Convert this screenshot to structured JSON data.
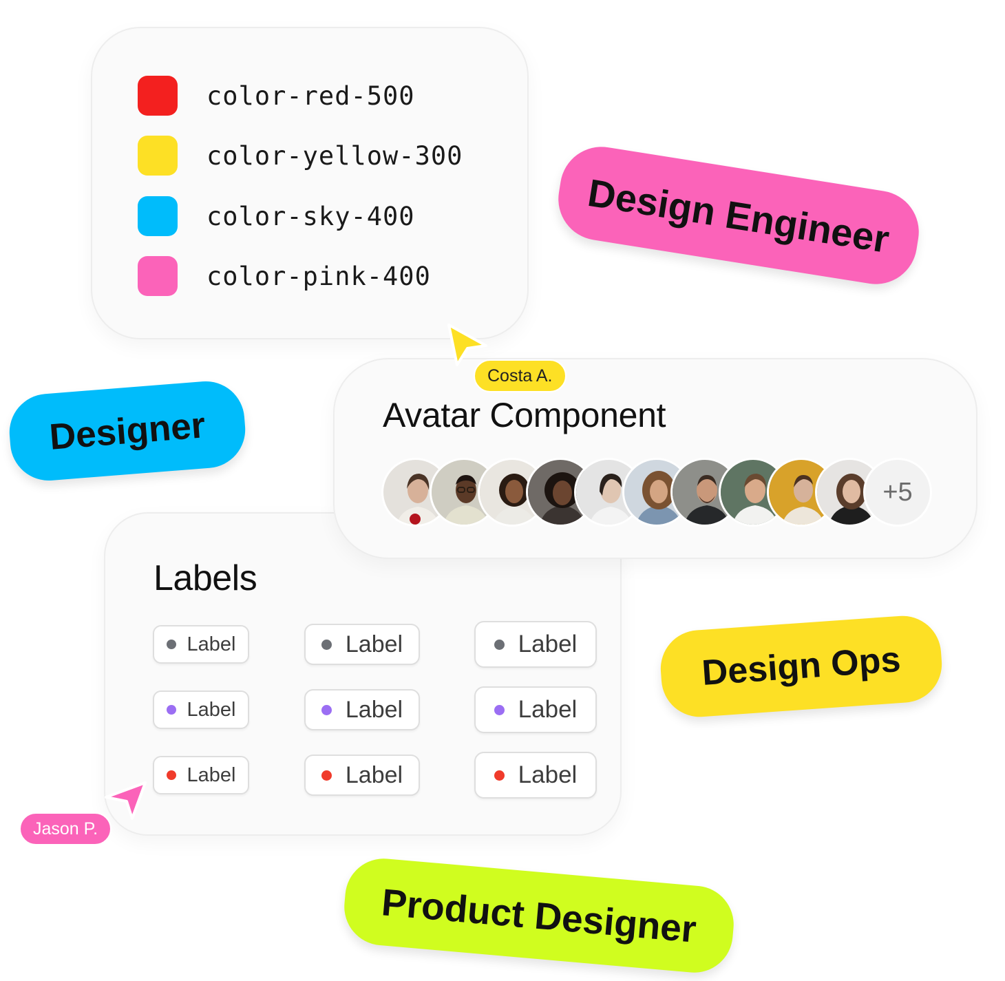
{
  "color_tokens": [
    {
      "name": "color-red-500",
      "color": "#f3201f"
    },
    {
      "name": "color-yellow-300",
      "color": "#fde025"
    },
    {
      "name": "color-sky-400",
      "color": "#00bcfb"
    },
    {
      "name": "color-pink-400",
      "color": "#fb63b9"
    }
  ],
  "avatar_card": {
    "title": "Avatar Component",
    "overflow_count": "+5"
  },
  "labels_card": {
    "title": "Labels",
    "rows": [
      {
        "dot_color": "#6c6f75",
        "labels": [
          "Label",
          "Label",
          "Label"
        ]
      },
      {
        "dot_color": "#9b6ef3",
        "labels": [
          "Label",
          "Label",
          "Label"
        ]
      },
      {
        "dot_color": "#f03b2b",
        "labels": [
          "Label",
          "Label",
          "Label"
        ]
      }
    ]
  },
  "role_tags": {
    "design_engineer": {
      "text": "Design Engineer",
      "color": "#fb63b9"
    },
    "designer": {
      "text": "Designer",
      "color": "#00bcfb"
    },
    "design_ops": {
      "text": "Design Ops",
      "color": "#fde025"
    },
    "product_designer": {
      "text": "Product Designer",
      "color": "#d0fd1f"
    }
  },
  "cursors": {
    "costa": {
      "name": "Costa A.",
      "color": "#fde025"
    },
    "jason": {
      "name": "Jason P.",
      "color": "#fb63b9"
    }
  }
}
